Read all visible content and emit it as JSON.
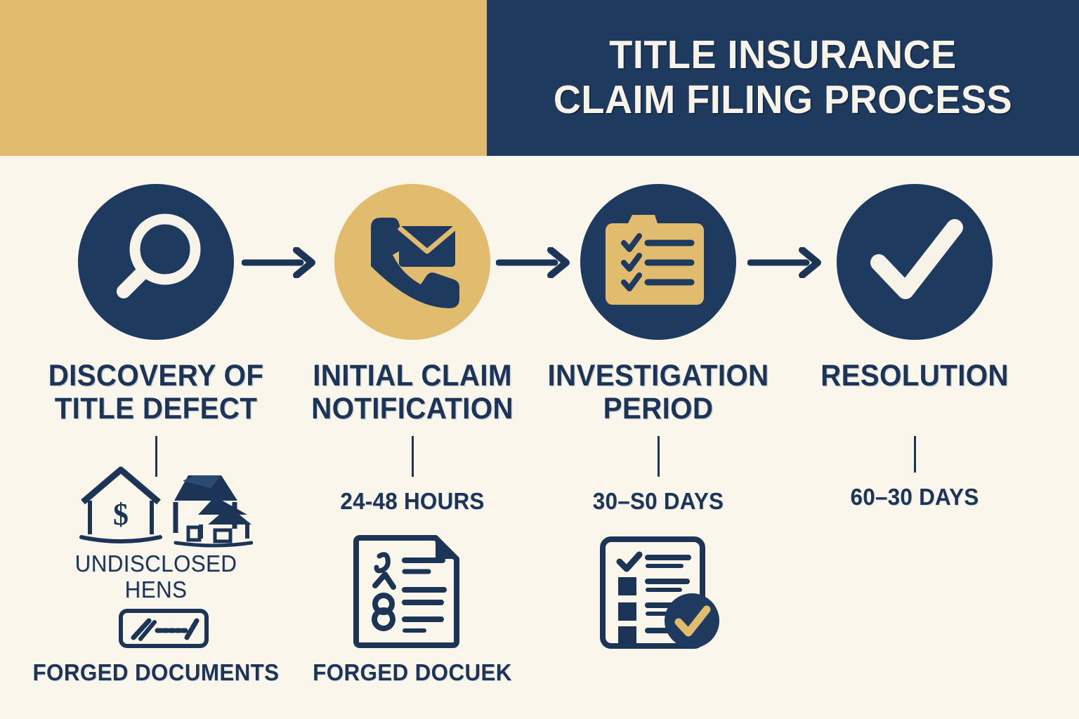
{
  "header": {
    "title_line_1": "TITLE INSURANCE",
    "title_line_2": "CLAIM FILING PROCESS",
    "gold_band_color": "#E2BC6E",
    "navy_band_color": "#1E3A5F",
    "title_color": "#F7F3E8"
  },
  "page": {
    "background_color": "#FAF6EC",
    "accent_navy": "#1C3557",
    "accent_gold": "#E2BC6E"
  },
  "steps": [
    {
      "icon": "magnifying-glass-icon",
      "circle_color": "#1E3A5F",
      "label_line_1": "DISCOVERY OF",
      "label_line_2": "TITLE DEFECT",
      "duration": "",
      "sub_label_1_line_1": "UNDISCLOSED",
      "sub_label_1_line_2": "HENS",
      "sub_label_2": "FORGED DOCUMENTS",
      "art_1": "houses-icon",
      "art_2": "signature-box-icon"
    },
    {
      "icon": "phone-envelope-icon",
      "circle_color": "#E2BC6E",
      "label_line_1": "INITIAL CLAIM",
      "label_line_2": "NOTIFICATION",
      "duration": "24-48 HOURS",
      "sub_label_2": "FORGED DOCUEK",
      "art_1": "document-icon"
    },
    {
      "icon": "clipboard-checklist-icon",
      "circle_color": "#1E3A5F",
      "label_line_1": "INVESTIGATION",
      "label_line_2": "PERIOD",
      "duration": "30–S0 DAYS",
      "art_1": "checklist-approved-icon"
    },
    {
      "icon": "checkmark-icon",
      "circle_color": "#1E3A5F",
      "label_line_1": "RESOLUTION",
      "label_line_2": "",
      "duration": "60–30 DAYS"
    }
  ],
  "arrows": {
    "glyph": "arrow-right-icon",
    "color": "#1C3557",
    "count": 3
  }
}
